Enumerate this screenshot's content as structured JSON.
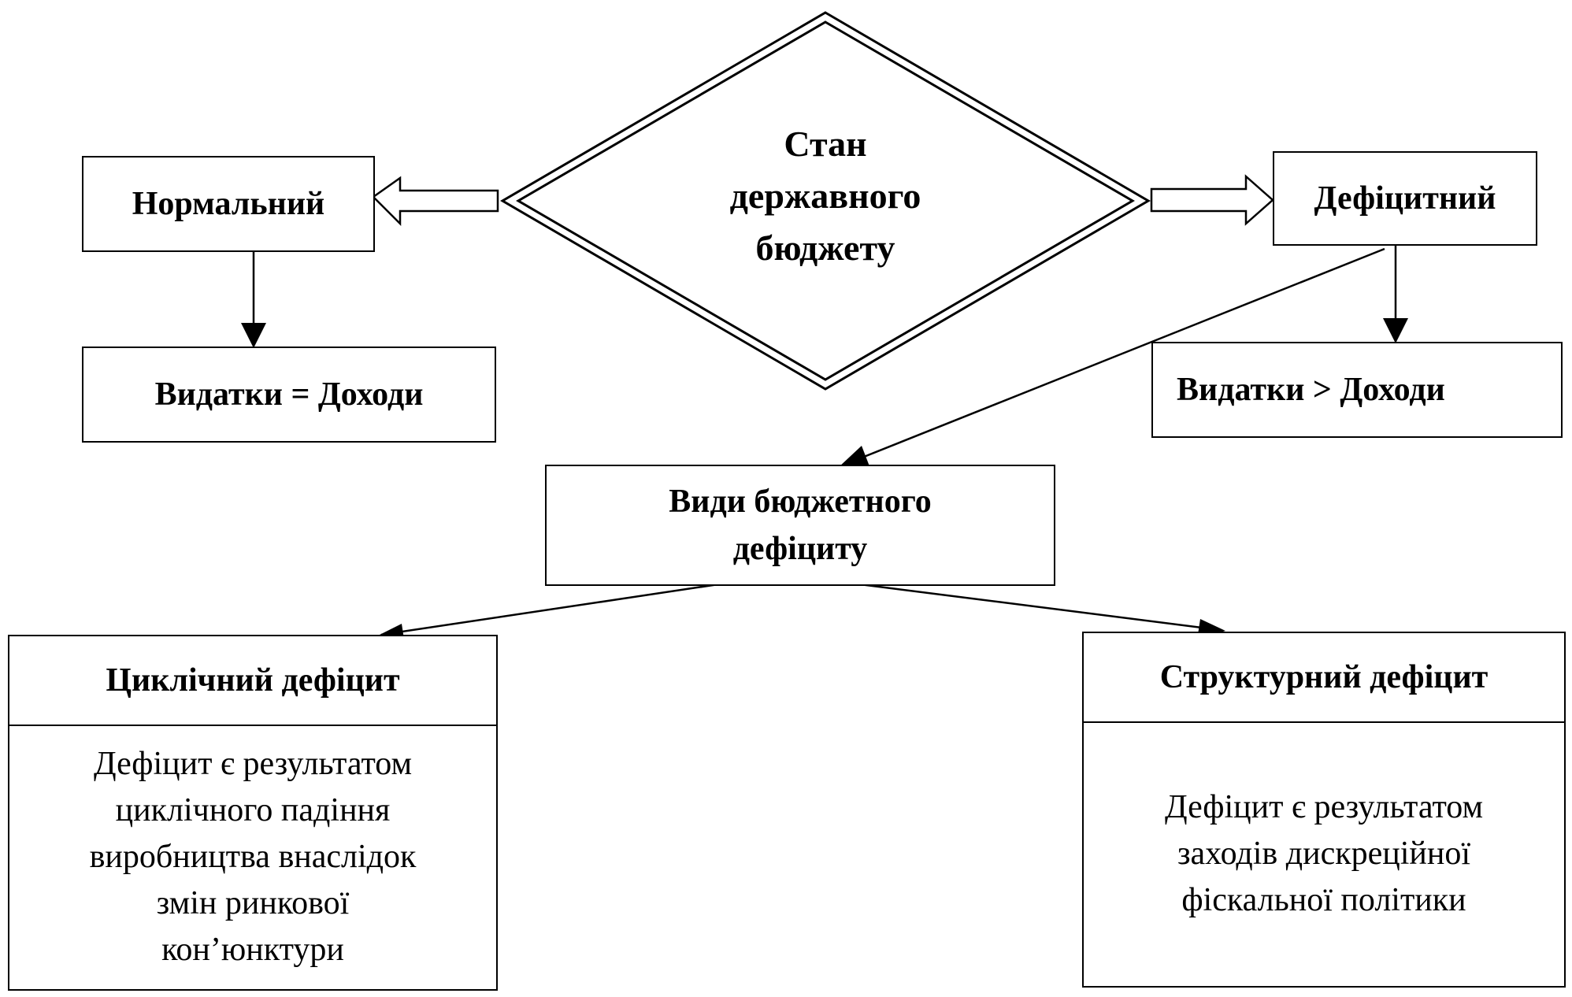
{
  "center": {
    "line1": "Стан",
    "line2": "державного",
    "line3": "бюджету"
  },
  "normal": {
    "label": "Нормальний",
    "condition": "Видатки = Доходи"
  },
  "deficit": {
    "label": "Дефіцитний",
    "condition": "Видатки > Доходи"
  },
  "types": {
    "line1": "Види бюджетного",
    "line2": "дефіциту"
  },
  "cyclical": {
    "title": "Циклічний дефіцит",
    "desc_lines": [
      "Дефіцит є результатом",
      "циклічного падіння",
      "виробництва внаслідок",
      "змін ринкової",
      "кон’юнктури"
    ]
  },
  "structural": {
    "title": "Структурний дефіцит",
    "desc_lines": [
      "Дефіцит є результатом",
      "заходів дискреційної",
      "фіскальної політики"
    ]
  }
}
